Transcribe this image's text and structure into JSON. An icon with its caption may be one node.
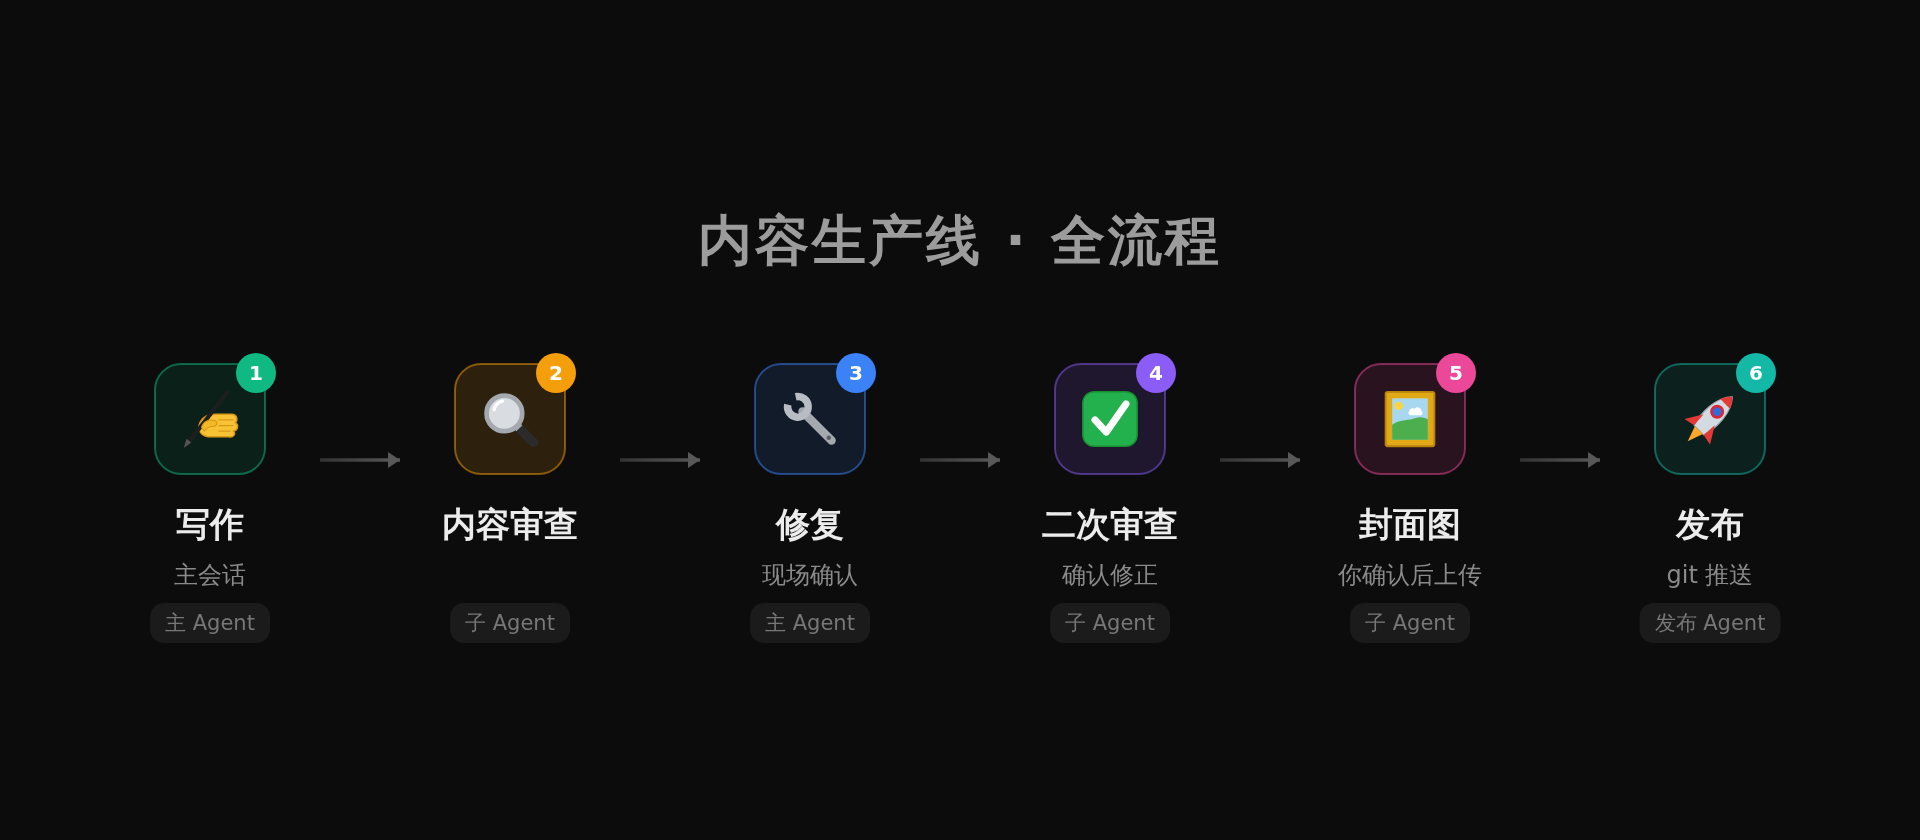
{
  "diagram": {
    "title": "内容生产线 · 全流程",
    "nodes": [
      {
        "text": [
          "写作",
          "主会话"
        ]
      },
      {
        "text": [
          "1"
        ]
      },
      {
        "text": [
          "主 Agent"
        ]
      },
      {
        "text": [
          "内容审查"
        ]
      },
      {
        "text": [
          "2"
        ]
      },
      {
        "text": [
          "子 Agent"
        ]
      },
      {
        "text": [
          "修复",
          "现场确认"
        ]
      },
      {
        "text": [
          "3"
        ]
      },
      {
        "text": [
          "主 Agent"
        ]
      },
      {
        "text": [
          "二次审查",
          "确认修正"
        ]
      },
      {
        "text": [
          "4"
        ]
      },
      {
        "text": [
          "子 Agent"
        ]
      },
      {
        "text": [
          "封面图",
          "你确认后上传"
        ]
      },
      {
        "text": [
          "5"
        ]
      },
      {
        "text": [
          "子 Agent"
        ]
      },
      {
        "text": [
          "发布",
          "git 推送"
        ]
      },
      {
        "text": [
          "6"
        ]
      },
      {
        "text": [
          "发布 Agent"
        ]
      }
    ],
    "edges": [
      {
        "from": 0,
        "to": 3,
        "arrow": "to"
      },
      {
        "from": 3,
        "to": 6,
        "arrow": "to"
      },
      {
        "from": 6,
        "to": 9,
        "arrow": "to"
      },
      {
        "from": 9,
        "to": 12,
        "arrow": "to"
      },
      {
        "from": 12,
        "to": 15,
        "arrow": "to"
      }
    ]
  }
}
